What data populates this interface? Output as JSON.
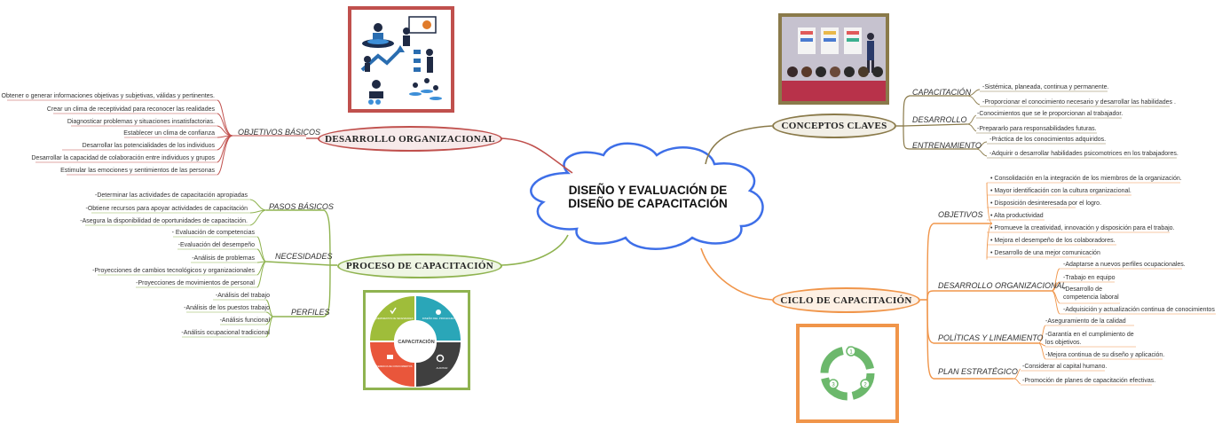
{
  "center": {
    "line1": "DISEÑO Y EVALUACIÓN DE",
    "line2": "DISEÑO DE CAPACITACIÓN"
  },
  "colors": {
    "red": "#c0504d",
    "olive": "#8a7a4a",
    "green": "#8fb350",
    "orange": "#f0954a",
    "blue": "#3e6fe8"
  },
  "branches": {
    "desarrollo": {
      "title": "DESARROLLO ORGANIZACIONAL",
      "category": "OBJETIVOS BÁSICOS",
      "items": [
        "Obtener o generar informaciones objetivas y subjetivas, válidas y pertinentes.",
        "Crear un clima de receptividad para reconocer las realidades",
        "Diagnosticar problemas y situaciones insatisfactorias.",
        "Establecer un clima de confianza",
        "Desarrollar las potencialidades de los individuos",
        "Desarrollar la capacidad de colaboración entre individuos y grupos",
        "Estimular las emociones y sentimientos de las personas"
      ]
    },
    "proceso": {
      "title": "PROCESO DE CAPACITACIÓN",
      "groups": [
        {
          "label": "PASOS BÁSICOS",
          "items": [
            "-Determinar las actividades de capacitación apropiadas",
            "-Obtiene recursos para apoyar actividades de capacitación",
            "-Asegura la disponibilidad de oportunidades de capacitación."
          ]
        },
        {
          "label": "NECESIDADES",
          "items": [
            "- Evaluación de competencias",
            "-Evaluación del desempeño",
            "-Análisis de problemas",
            "-Proyecciones de cambios tecnológicos y organizacionales",
            "-Proyecciones de movimientos de personal"
          ]
        },
        {
          "label": "PERFILES",
          "items": [
            "-Análisis  del trabajo",
            "-Análisis de los puestos trabajo",
            "-Análisis funcional",
            "-Análisis ocupacional tradicional"
          ]
        }
      ],
      "wheel": {
        "center": "CAPACITACIÓN",
        "segments": [
          "DISEÑO DEL PROGRAMA",
          "AUDITAR",
          "TRANSFERENCIA DE CONOCIMIENTOS",
          "REQUERIMIENTOS DE NECESIDADES"
        ]
      }
    },
    "conceptos": {
      "title": "CONCEPTOS CLAVES",
      "groups": [
        {
          "label": "CAPACITACIÓN",
          "items": [
            "-Sistémica, planeada, continua y permanente.",
            "-Proporcionar el conocimiento necesario y desarrollar las habilidades ."
          ]
        },
        {
          "label": "DESARROLLO",
          "items": [
            "-Conocimientos que se le proporcionan al trabajador.",
            "-Prepararlo para responsabilidades futuras."
          ]
        },
        {
          "label": "ENTRENAMIENTO",
          "items": [
            "-Práctica de los conocimientos adquiridos.",
            "-Adquirir o desarrollar habilidades psicomotrices en los trabajadores."
          ]
        }
      ]
    },
    "ciclo": {
      "title": "CICLO DE CAPACITACIÓN",
      "groups": [
        {
          "label": "OBJETIVOS",
          "items": [
            "• Consolidación en la integración de los miembros de la organización.",
            "• Mayor identificación con la cultura organizacional.",
            "• Disposición desinteresada por el logro.",
            "• Alta productividad",
            "• Promueve la creatividad, innovación y disposición para el trabajo.",
            "• Mejora el desempeño de los colaboradores.",
            "• Desarrollo de una mejor comunicación"
          ]
        },
        {
          "label": "DESARROLLO ORGANIZACIONAL",
          "items": [
            "-Adaptarse a nuevos perfiles ocupacionales.",
            "-Trabajo en equipo",
            "-Desarrollo de\ncompetencia laboral",
            "-Adquisición y actualización continua de conocimientos"
          ]
        },
        {
          "label": "POLÍTICAS Y LINEAMIENTO",
          "items": [
            "-Aseguramiento de la calidad",
            "-Garantía en el cumplimiento de\nlos objetivos.",
            "-Mejora continua de su diseño y aplicación."
          ]
        },
        {
          "label": "PLAN ESTRATÉGICO",
          "items": [
            "-Considerar al capital humano.",
            "-Promoción de planes de capacitación efectivas."
          ]
        }
      ],
      "cycle_numbers": [
        "1",
        "2",
        "3"
      ]
    }
  }
}
